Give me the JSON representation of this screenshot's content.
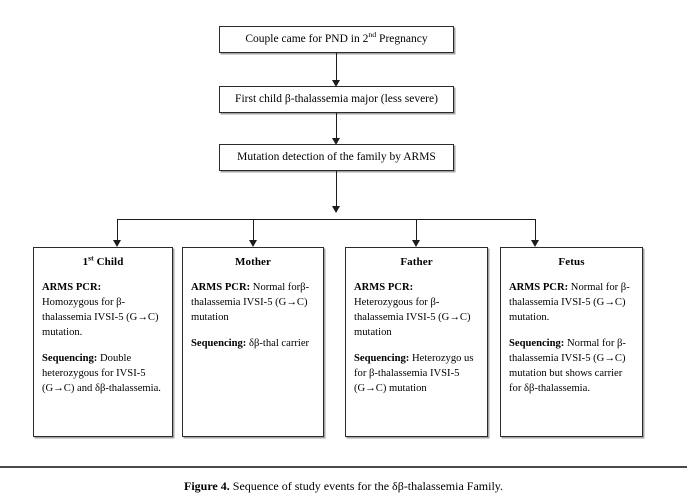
{
  "figure": {
    "caption_number": "Figure 4.",
    "caption_text": " Sequence of study events for the δβ-thalassemia Family."
  },
  "flow": {
    "step1": "Couple came for PND in 2",
    "step1_sup": "nd",
    "step1_tail": " Pregnancy",
    "step2": "First child β-thalassemia major (less severe)",
    "step3": "Mutation detection of the family by ARMS"
  },
  "columns": [
    {
      "title": "1",
      "title_sup": "st",
      "title_tail": " Child",
      "arms_label": "ARMS PCR:",
      "arms_text": "",
      "arms_body": "Homozygous for β-thalassemia IVSI-5 (G→C) mutation.",
      "seq_label": "Sequencing:",
      "seq_text": " Double heterozygous for IVSI-5 (G→C) and δβ-thalassemia."
    },
    {
      "title": "Mother",
      "title_sup": "",
      "title_tail": "",
      "arms_label": "ARMS PCR:",
      "arms_text": " Normal forβ-thalassemia IVSI-5 (G→C) mutation",
      "arms_body": "",
      "seq_label": "Sequencing:",
      "seq_text": " δβ-thal carrier"
    },
    {
      "title": "Father",
      "title_sup": "",
      "title_tail": "",
      "arms_label": "ARMS PCR:",
      "arms_text": "",
      "arms_body": "Heterozygous for β-thalassemia IVSI-5 (G→C) mutation",
      "seq_label": "Sequencing:",
      "seq_text": " Heterozygo us for β-thalassemia IVSI-5 (G→C) mutation"
    },
    {
      "title": "Fetus",
      "title_sup": "",
      "title_tail": "",
      "arms_label": "ARMS PCR:",
      "arms_text": " Normal for β-thalassemia IVSI-5 (G→C) mutation.",
      "arms_body": "",
      "seq_label": "Sequencing:",
      "seq_text": " Normal for β-thalassemia IVSI-5 (G→C) mutation but shows carrier for  δβ-thalassemia."
    }
  ],
  "colors": {
    "line": "#1d1d1d",
    "border": "#2b2b2b",
    "background": "#ffffff",
    "rule": "#4a4a4a"
  }
}
